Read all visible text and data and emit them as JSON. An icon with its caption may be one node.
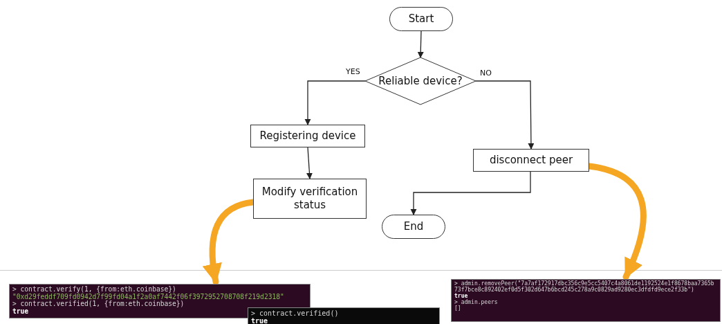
{
  "diagram": {
    "nodes": [
      {
        "text": [
          "Start"
        ]
      },
      {
        "text": [
          "Reliable device?"
        ]
      },
      {
        "text": [
          "Registering device"
        ]
      },
      {
        "text": [
          "Modify verification status"
        ]
      },
      {
        "text": [
          "disconnect peer"
        ]
      },
      {
        "text": [
          "End"
        ]
      },
      {
        "text": [
          "> contract.verify(1, {from:eth.coinbase})",
          "\"0xd29feddf709fd0942d7f99fd04a1f2a0af7442f06f3972952708708f219d2318\"",
          "> contract.verified(1, {from:eth.coinbase})",
          "true"
        ]
      },
      {
        "text": [
          "> contract.verified()",
          "true"
        ]
      },
      {
        "text": [
          "> admin.removePeer(\"7a7af172917dbc356c9e5cc5407c4a8061de1192524e1f8678baa7365b73f7bce8c892402ef0d5f302d647b6bcd245c278a9c0829ad9280ec3dfdfd9ece2f33b\")",
          "true",
          "> admin.peers",
          "[]"
        ]
      }
    ],
    "edges": [
      {
        "from": 0,
        "to": 1,
        "arrow": "to"
      },
      {
        "from": 1,
        "to": 2,
        "arrow": "to",
        "label": "YES"
      },
      {
        "from": 1,
        "to": 4,
        "arrow": "to",
        "label": "NO"
      },
      {
        "from": 2,
        "to": 3,
        "arrow": "to"
      },
      {
        "from": 4,
        "to": 5,
        "arrow": "to"
      },
      {
        "from": 3,
        "to": 6,
        "arrow": "to",
        "style": "thick",
        "color": "#f5a623"
      },
      {
        "from": 4,
        "to": 8,
        "arrow": "to",
        "style": "thick",
        "color": "#f5a623"
      }
    ]
  }
}
